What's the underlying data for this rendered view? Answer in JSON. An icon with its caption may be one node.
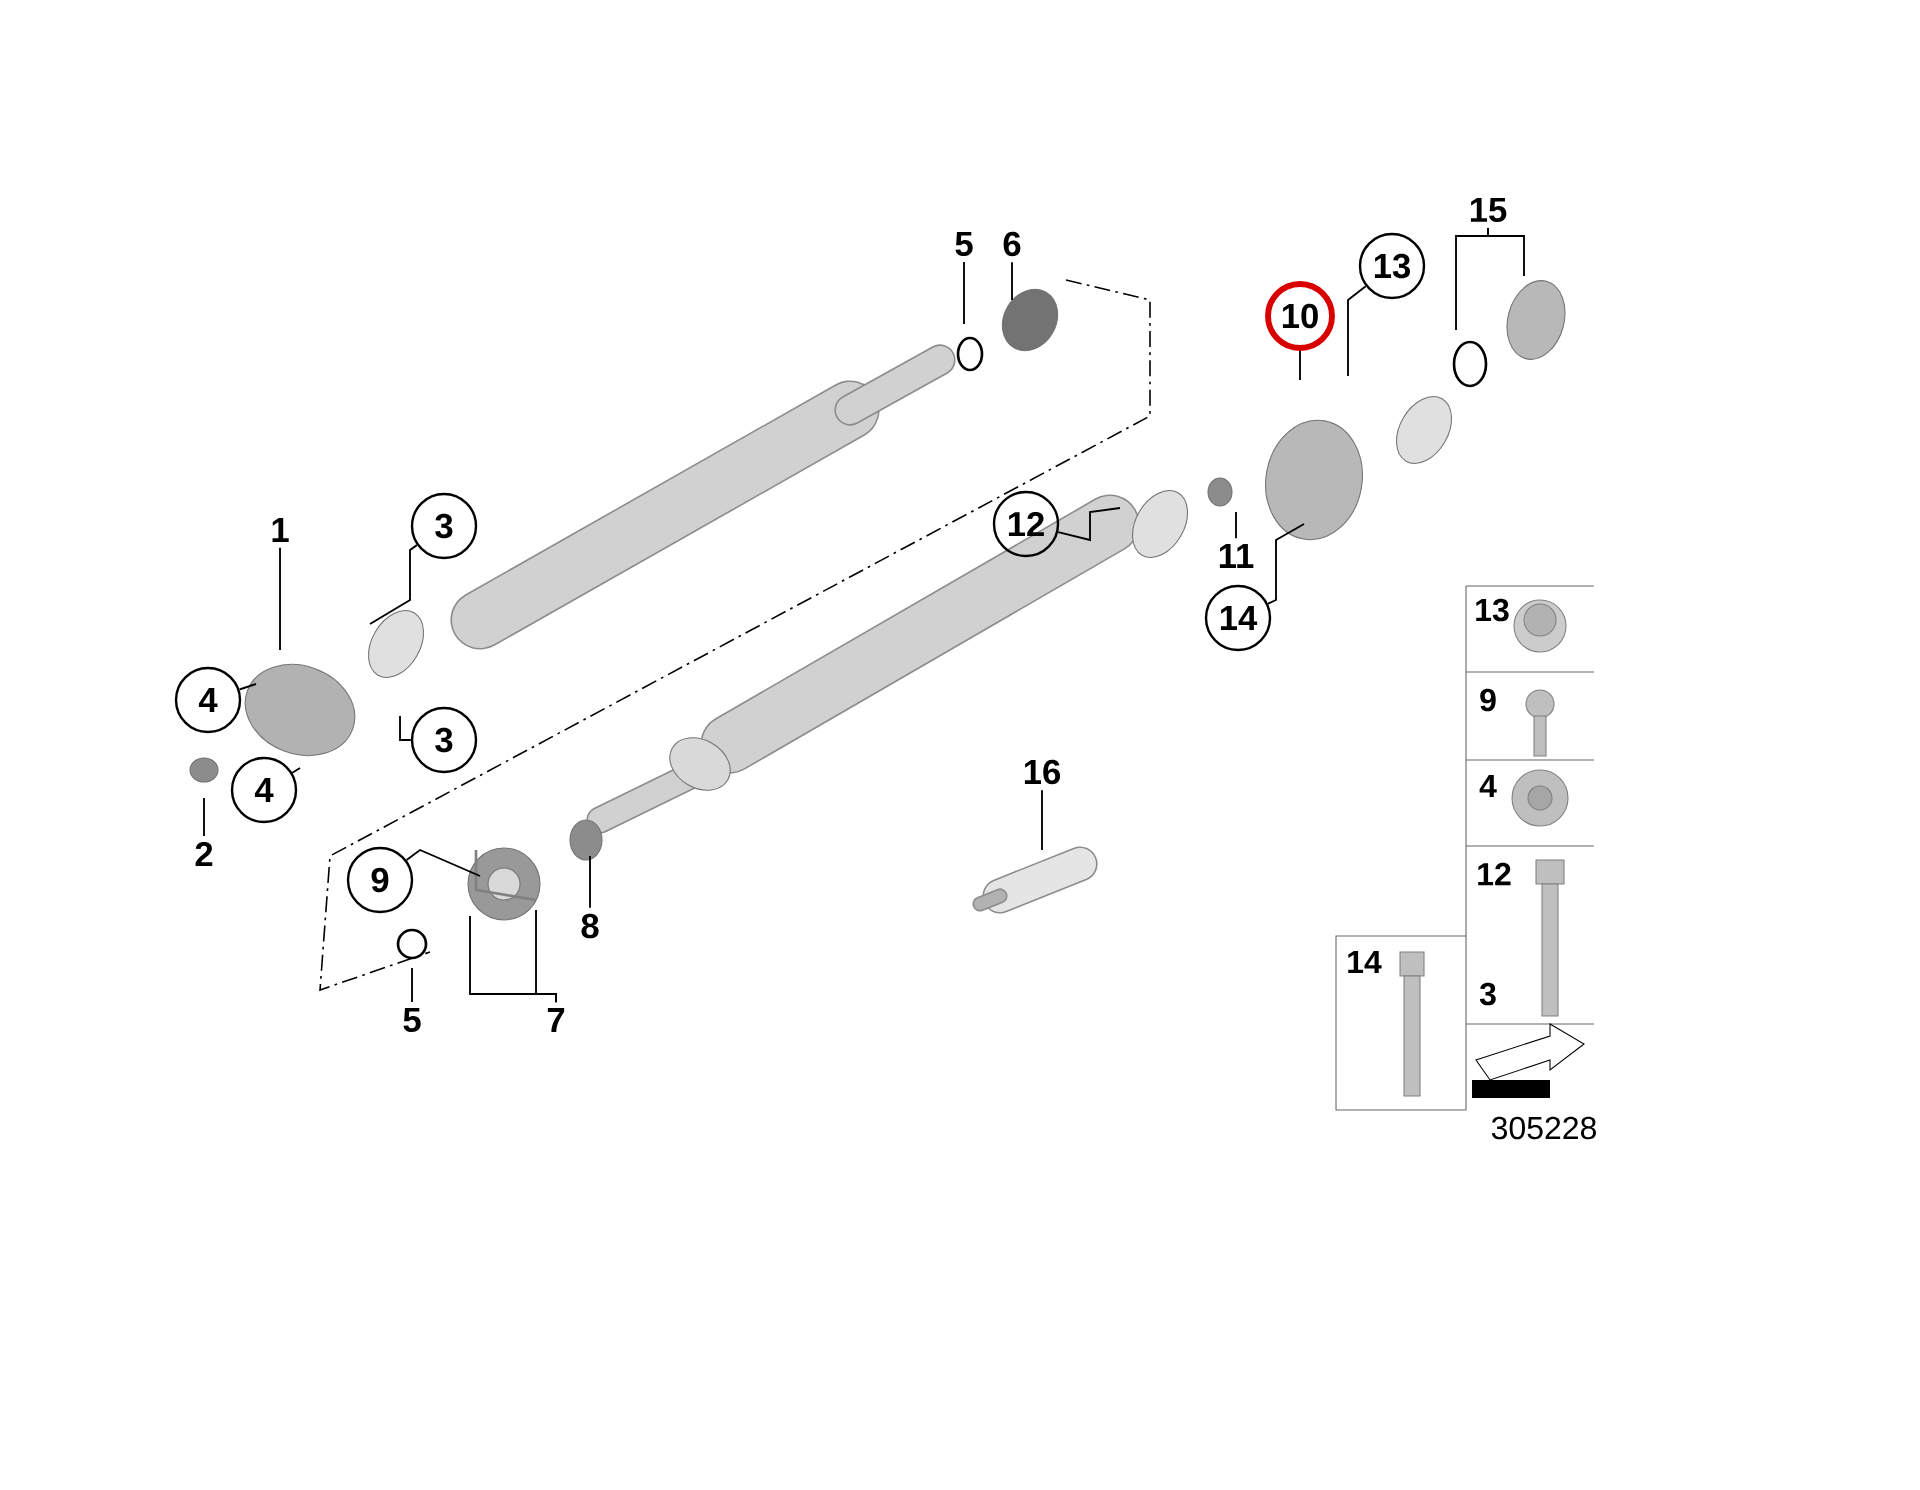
{
  "diagram": {
    "nodes": [
      {
        "text": [
          "1"
        ]
      },
      {
        "text": [
          "2"
        ]
      },
      {
        "text": [
          "3"
        ]
      },
      {
        "text": [
          "3"
        ]
      },
      {
        "text": [
          "4"
        ]
      },
      {
        "text": [
          "4"
        ]
      },
      {
        "text": [
          "5"
        ]
      },
      {
        "text": [
          "6"
        ]
      },
      {
        "text": [
          "9"
        ]
      },
      {
        "text": [
          "5"
        ]
      },
      {
        "text": [
          "8"
        ]
      },
      {
        "text": [
          "7"
        ]
      },
      {
        "text": [
          "10"
        ]
      },
      {
        "text": [
          "13"
        ]
      },
      {
        "text": [
          "12"
        ]
      },
      {
        "text": [
          "11"
        ]
      },
      {
        "text": [
          "14"
        ]
      },
      {
        "text": [
          "15"
        ]
      },
      {
        "text": [
          "16"
        ]
      }
    ],
    "edges": [
      {
        "from": 0,
        "to": null,
        "arrow": "none"
      },
      {
        "from": 1,
        "to": null,
        "arrow": "none"
      },
      {
        "from": 2,
        "to": null,
        "arrow": "none"
      },
      {
        "from": 3,
        "to": null,
        "arrow": "none"
      },
      {
        "from": 4,
        "to": null,
        "arrow": "none"
      },
      {
        "from": 5,
        "to": null,
        "arrow": "none"
      },
      {
        "from": 6,
        "to": null,
        "arrow": "none"
      },
      {
        "from": 7,
        "to": null,
        "arrow": "none"
      },
      {
        "from": 8,
        "to": null,
        "arrow": "none"
      },
      {
        "from": 9,
        "to": null,
        "arrow": "none"
      },
      {
        "from": 10,
        "to": null,
        "arrow": "none"
      },
      {
        "from": 11,
        "to": null,
        "arrow": "none"
      },
      {
        "from": 11,
        "to": null,
        "arrow": "none"
      },
      {
        "from": 12,
        "to": null,
        "arrow": "none"
      },
      {
        "from": 13,
        "to": null,
        "arrow": "none"
      },
      {
        "from": 14,
        "to": null,
        "arrow": "none"
      },
      {
        "from": 15,
        "to": null,
        "arrow": "none"
      },
      {
        "from": 16,
        "to": null,
        "arrow": "none"
      },
      {
        "from": 17,
        "to": null,
        "arrow": "none"
      },
      {
        "from": 17,
        "to": null,
        "arrow": "none"
      },
      {
        "from": 18,
        "to": null,
        "arrow": "none"
      }
    ],
    "labels": [
      "13",
      "9",
      "4",
      "12",
      "14",
      "3",
      "305228"
    ]
  }
}
